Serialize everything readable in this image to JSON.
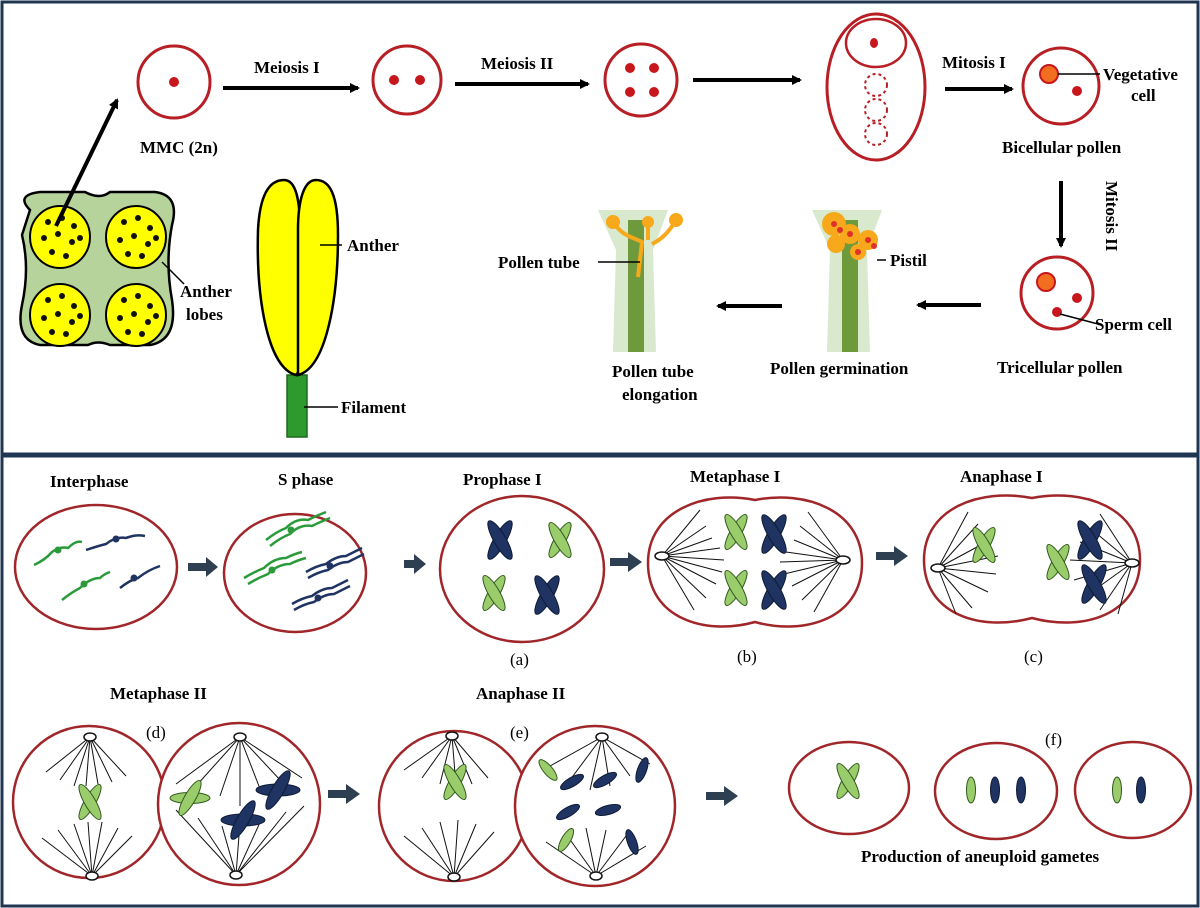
{
  "top_panel": {
    "stages": {
      "meiosis1": "Meiosis I",
      "meiosis2": "Meiosis II",
      "mitosis1": "Mitosis I",
      "mitosis2": "Mitosis II",
      "mmc": "MMC (2n)",
      "vegetative_line1": "Vegetative",
      "vegetative_line2": "cell",
      "bicellular": "Bicellular pollen",
      "tricellular": "Tricellular pollen",
      "sperm": "Sperm cell",
      "anther_lobes_line1": "Anther",
      "anther_lobes_line2": "lobes",
      "anther": "Anther",
      "filament": "Filament",
      "pollen_tube": "Pollen tube",
      "pistil": "Pistil",
      "germination": "Pollen germination",
      "elongation_line1": "Pollen tube",
      "elongation_line2": "elongation"
    }
  },
  "bottom_panel": {
    "phases": {
      "interphase": "Interphase",
      "s_phase": "S phase",
      "prophase1": "Prophase I",
      "metaphase1": "Metaphase I",
      "anaphase1": "Anaphase I",
      "metaphase2": "Metaphase II",
      "anaphase2": "Anaphase II"
    },
    "letters": {
      "a": "(a)",
      "b": "(b)",
      "c": "(c)",
      "d": "(d)",
      "e": "(e)",
      "f": "(f)"
    },
    "caption": "Production of aneuploid gametes"
  },
  "colors": {
    "cell_outline": "#b81f24",
    "nucleus": "#c8161d",
    "anther_yellow": "#ffff00",
    "lobe_green": "#b5d39a",
    "chromosome_green": "#9bcc6b",
    "chromosome_navy": "#1f3462",
    "pollen_orange": "#f7a81b",
    "border_navy": "#1f3552"
  }
}
